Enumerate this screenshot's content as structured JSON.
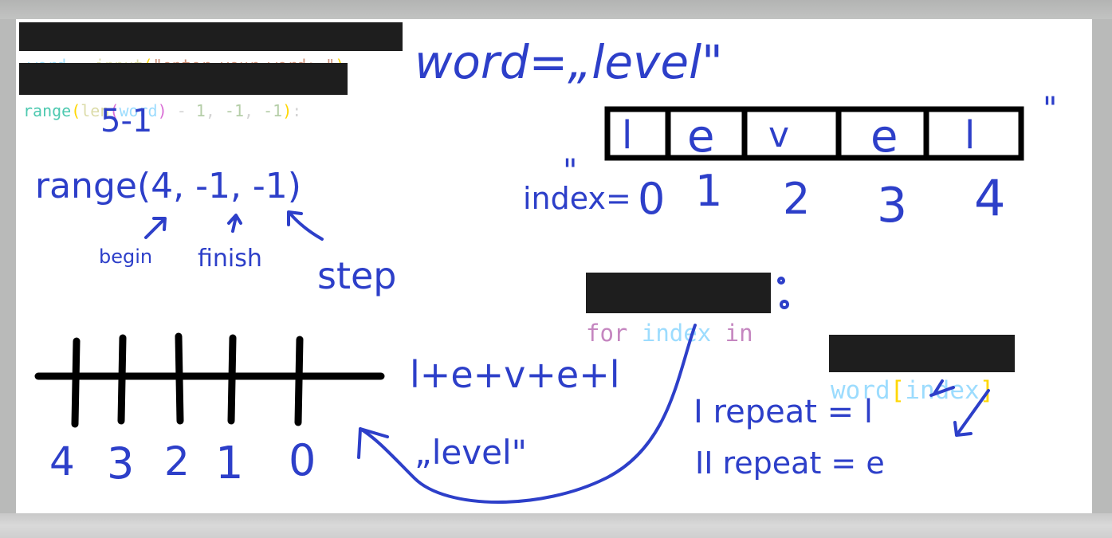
{
  "code_snippets": {
    "line1": {
      "var": "word",
      "op": " = ",
      "func": "input",
      "open": "(",
      "str": "\"enter your word: \"",
      "close": ")"
    },
    "line2": {
      "func": "range",
      "open": "(",
      "inner_func": "len",
      "inner_open": "(",
      "var": "word",
      "inner_close": ")",
      "op": " - ",
      "n1": "1",
      "sep1": ", ",
      "n2": "-1",
      "sep2": ", ",
      "n3": "-1",
      "close": ")",
      "colon": ":"
    },
    "line3": {
      "kw_for": "for",
      "var": "index",
      "kw_in": "in"
    },
    "line4": {
      "var": "word",
      "open": "[",
      "idx": "index",
      "close": "]"
    }
  },
  "handwriting": {
    "word_assign": "word=„level\"",
    "five_minus_one": "5-1",
    "range_call": "range(4, -1, -1)",
    "begin": "begin",
    "finish": "finish",
    "step": "step",
    "index_label": "index=",
    "quote_mark": "\"",
    "letters": [
      "l",
      "e",
      "v",
      "e",
      "l"
    ],
    "indices": [
      "0",
      "1",
      "2",
      "3",
      "4"
    ],
    "axis_labels": [
      "4",
      "3",
      "2",
      "1",
      "0"
    ],
    "reverse_concat": "l+e+v+e+l",
    "result": "„level\"",
    "repeat1": "I repeat = l",
    "repeat2": "II repeat = e"
  },
  "colors": {
    "ink_blue": "#2d3fc9",
    "ink_black": "#000000",
    "editor_bg": "#1e1e1e"
  }
}
